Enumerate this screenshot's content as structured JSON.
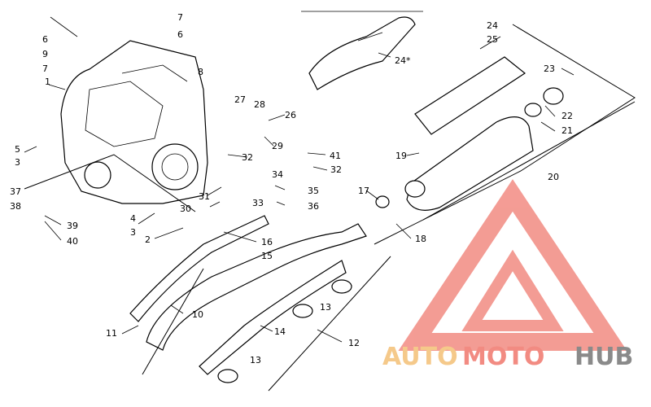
{
  "diagram": {
    "labels": {
      "l1": "1",
      "l2": "2",
      "l3a": "3",
      "l3b": "3",
      "l4": "4",
      "l5": "5",
      "l6a": "6",
      "l6b": "6",
      "l7a": "7",
      "l7b": "7",
      "l8": "8",
      "l9": "9",
      "l10": "10",
      "l11": "11",
      "l12": "12",
      "l13a": "13",
      "l13b": "13",
      "l14": "14",
      "l15": "15",
      "l16": "16",
      "l17": "17",
      "l18": "18",
      "l19": "19",
      "l20": "20",
      "l21": "21",
      "l22": "22",
      "l23": "23",
      "l24": "24",
      "l24s": "24*",
      "l25": "25",
      "l26": "26",
      "l27": "27",
      "l28": "28",
      "l29": "29",
      "l30": "30",
      "l31": "31",
      "l32a": "32",
      "l32b": "32",
      "l33": "33",
      "l34": "34",
      "l35": "35",
      "l36": "36",
      "l37": "37",
      "l38": "38",
      "l39": "39",
      "l40": "40",
      "l41": "41"
    }
  },
  "watermark": {
    "part1": "AUTO",
    "part2": "MOTO",
    "part3": "HUB",
    "color_auto": "#f5c98a",
    "color_moto": "#f28b82",
    "color_hub": "#8a8a8a",
    "logo_color": "#f28b82"
  }
}
